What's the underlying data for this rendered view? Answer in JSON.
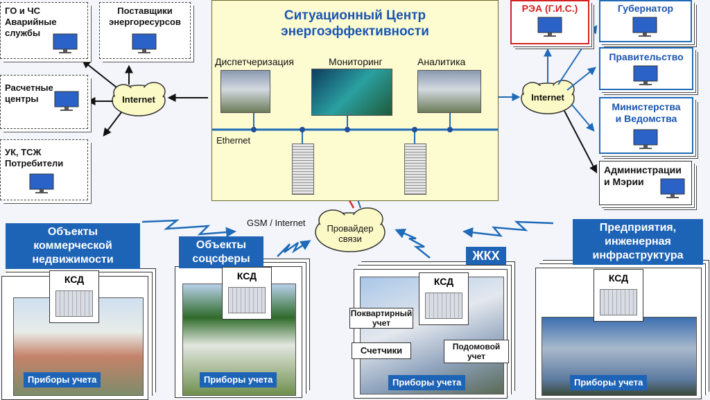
{
  "center": {
    "title_line1": "Ситуационный Центр",
    "title_line2": "энергоэффективности",
    "labels": [
      "Диспетчеризация",
      "Мониторинг",
      "Аналитика"
    ],
    "ethernet": "Ethernet"
  },
  "clouds": {
    "left": "Internet",
    "right": "Internet",
    "provider_line1": "Провайдер",
    "provider_line2": "связи"
  },
  "gsm_label": "GSM / Internet",
  "left_boxes": {
    "gochs": "ГО и ЧС",
    "emergency_line1": "Аварийные",
    "emergency_line2": "службы",
    "suppliers_line1": "Поставщики",
    "suppliers_line2": "энергоресурсов",
    "billing_line1": "Расчетные",
    "billing_line2": "центры",
    "uk_line1": "УК, ТСЖ",
    "uk_line2": "Потребители"
  },
  "right_boxes": {
    "rea": "РЭА (Г.И.С.)",
    "governor": "Губернатор",
    "government": "Правительство",
    "ministries_line1": "Министерства",
    "ministries_line2": "и Ведомства",
    "admin_line1": "Администрации",
    "admin_line2": "и Мэрии"
  },
  "bottom": {
    "commercial_line1": "Объекты",
    "commercial_line2": "коммерческой",
    "commercial_line3": "недвижимости",
    "social_line1": "Объекты",
    "social_line2": "соцсферы",
    "housing": "ЖКХ",
    "enterprise_line1": "Предприятия,",
    "enterprise_line2": "инженерная",
    "enterprise_line3": "инфраструктура",
    "ksd": "КСД",
    "meters": "Приборы учета",
    "apartment_line1": "Поквартирный",
    "apartment_line2": "учет",
    "counters": "Счетчики",
    "building_line1": "Подомовой",
    "building_line2": "учет"
  },
  "colors": {
    "accent_blue": "#1d63b6",
    "arrow_blue": "#1f6bb8",
    "red": "#e02424",
    "panel_yellow": "#fdfbd0"
  }
}
